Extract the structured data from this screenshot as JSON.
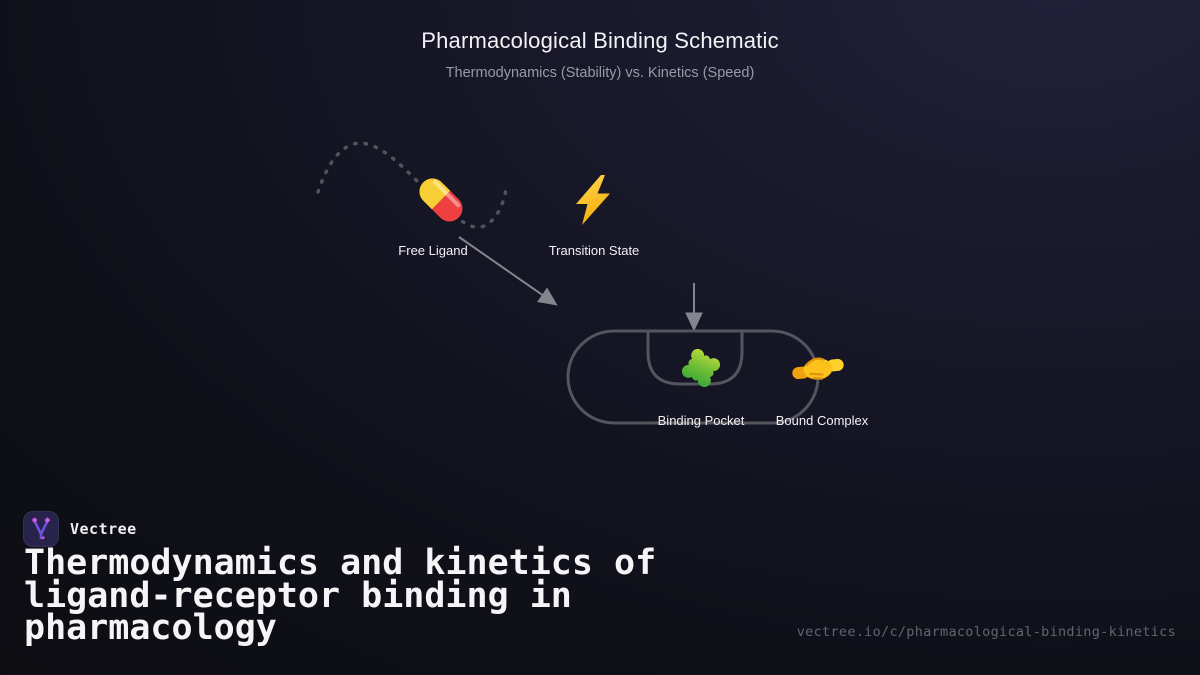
{
  "header": {
    "title": "Pharmacological Binding Schematic",
    "subtitle": "Thermodynamics (Stability) vs. Kinetics (Speed)"
  },
  "diagram": {
    "nodes": [
      {
        "id": "free-ligand",
        "label": "Free Ligand",
        "icon": "pill-icon"
      },
      {
        "id": "transition-state",
        "label": "Transition State",
        "icon": "lightning-icon"
      },
      {
        "id": "binding-pocket",
        "label": "Binding Pocket",
        "icon": "puzzle-icon"
      },
      {
        "id": "bound-complex",
        "label": "Bound Complex",
        "icon": "handshake-icon"
      }
    ],
    "edges": [
      {
        "from": "free-ligand",
        "to": "binding-pocket",
        "style": "solid-arrow"
      },
      {
        "from": "transition-state",
        "to": "binding-pocket",
        "style": "solid-arrow-down"
      },
      {
        "from": "free-ligand",
        "to": "free-ligand",
        "style": "dashed-trajectory"
      }
    ],
    "receptor_outline": "stadium-with-top-pocket"
  },
  "footer": {
    "brand": "Vectree",
    "headline": "Thermodynamics and kinetics of ligand-receptor binding in pharmacology",
    "url": "vectree.io/c/pharmacological-binding-kinetics"
  },
  "colors": {
    "background_top_right": "#1f1f33",
    "background_bottom_left": "#0c0c11",
    "outline_gray": "#55555d",
    "arrow_gray": "#85858d",
    "label_text": "#f2f2f4",
    "subtitle_text": "#9a9aa4",
    "url_text": "#64646e",
    "brand_purple": "#6e4fe0",
    "brand_magenta": "#cf5ae8",
    "pill_yellow": "#f7cf35",
    "pill_red": "#ee4040",
    "bolt_yellow": "#fdc91f",
    "puzzle_green": "#27a03e",
    "handshake_gold": "#fcc21b"
  }
}
